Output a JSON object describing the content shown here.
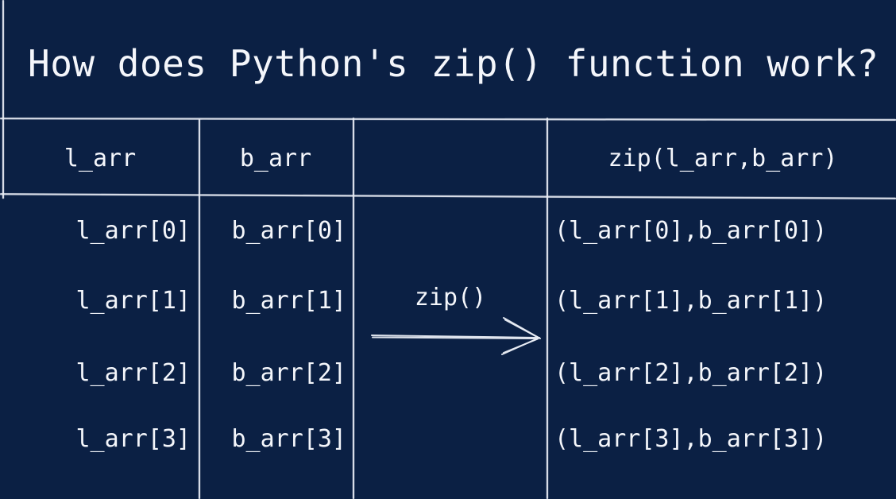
{
  "page": {
    "title": "How does Python's zip() function work?",
    "background_color": "#0b2044",
    "ink_color": "#f4f6fb"
  },
  "diagram": {
    "type": "table-with-arrow",
    "arrow": {
      "label": "zip()",
      "direction": "right",
      "icon": "arrow-right-icon"
    },
    "table": {
      "columns": [
        {
          "key": "l_arr",
          "header": "l_arr"
        },
        {
          "key": "b_arr",
          "header": "b_arr"
        },
        {
          "key": "spacer",
          "header": ""
        },
        {
          "key": "zipped",
          "header": "zip(l_arr,b_arr)"
        }
      ],
      "rows": [
        {
          "l_arr": "l_arr[0]",
          "b_arr": "b_arr[0]",
          "zipped": "(l_arr[0],b_arr[0])"
        },
        {
          "l_arr": "l_arr[1]",
          "b_arr": "b_arr[1]",
          "zipped": "(l_arr[1],b_arr[1])"
        },
        {
          "l_arr": "l_arr[2]",
          "b_arr": "b_arr[2]",
          "zipped": "(l_arr[2],b_arr[2])"
        },
        {
          "l_arr": "l_arr[3]",
          "b_arr": "b_arr[3]",
          "zipped": "(l_arr[3],b_arr[3])"
        }
      ]
    }
  }
}
